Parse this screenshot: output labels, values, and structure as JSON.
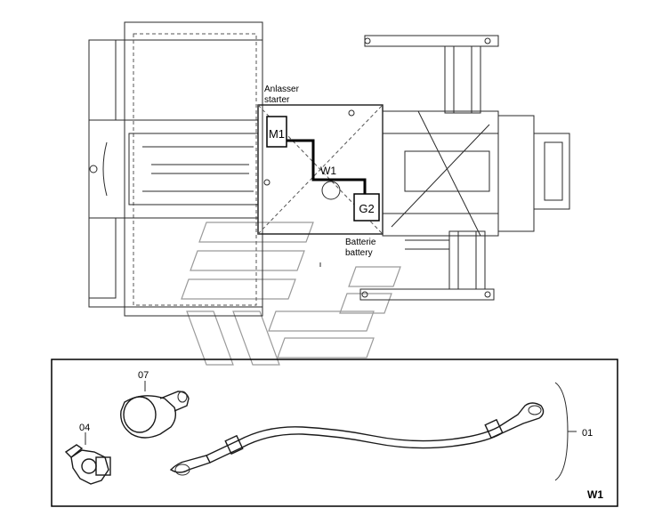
{
  "diagram": {
    "labels": {
      "starter_de": "Anlasser",
      "starter_en": "starter",
      "battery_de": "Batterie",
      "battery_en": "battery",
      "m1": "M1",
      "g2": "G2",
      "w1_cable": "W1"
    },
    "parts": {
      "p01": "01",
      "p04": "04",
      "p07": "07"
    },
    "panel_title": "W1"
  }
}
